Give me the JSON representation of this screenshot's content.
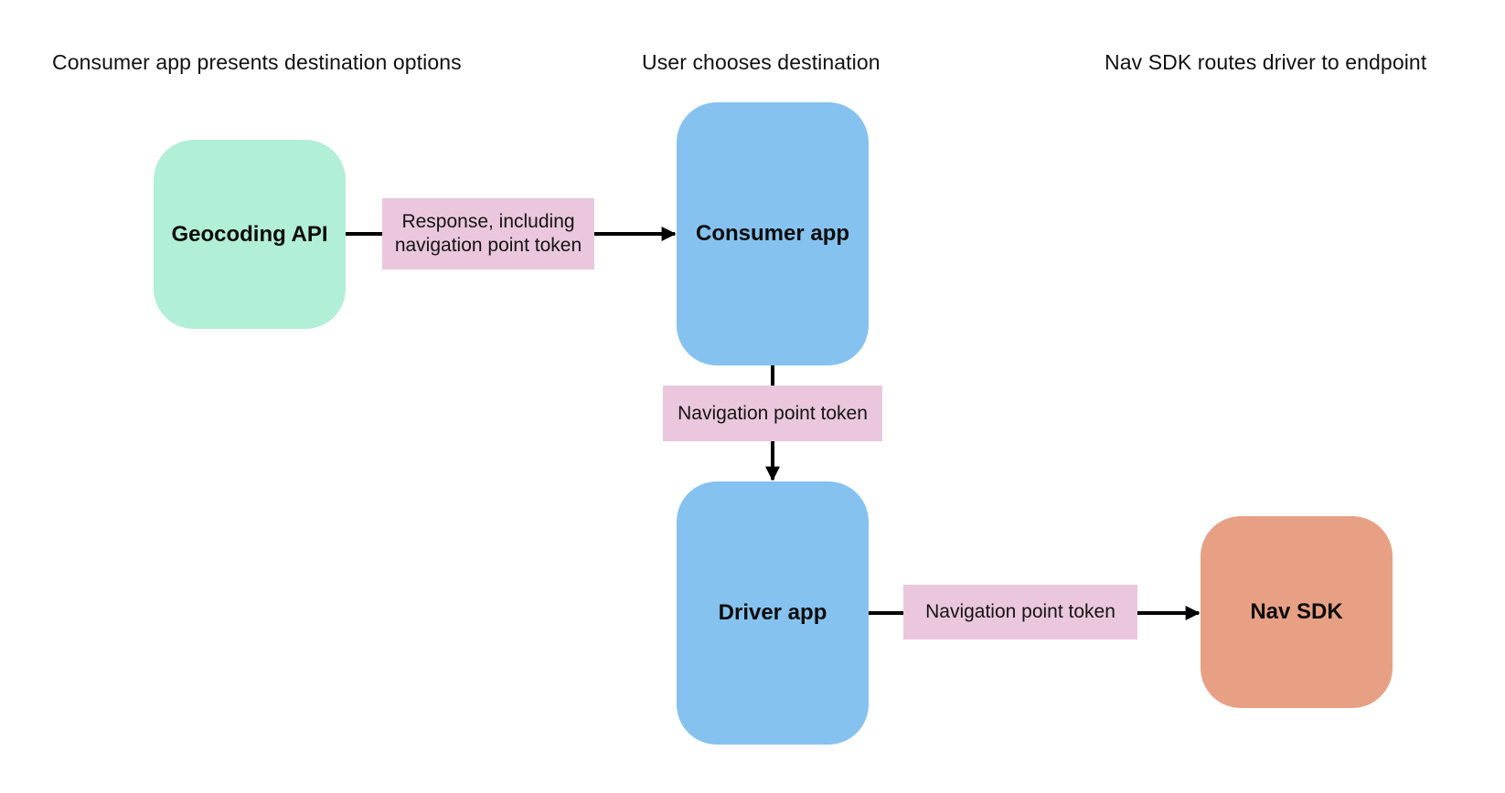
{
  "diagram": {
    "stage_headings": [
      "Consumer app presents destination options",
      "User chooses destination",
      "Nav SDK routes driver to endpoint"
    ],
    "nodes": [
      {
        "id": "geocoding-api",
        "label": "Geocoding API",
        "color": "#b1efd7"
      },
      {
        "id": "consumer-app",
        "label": "Consumer app",
        "color": "#85c2ef"
      },
      {
        "id": "driver-app",
        "label": "Driver app",
        "color": "#85c2ef"
      },
      {
        "id": "nav-sdk",
        "label": "Nav SDK",
        "color": "#e8a084"
      }
    ],
    "edges": [
      {
        "from": "geocoding-api",
        "to": "consumer-app",
        "label": "Response, including navigation point token"
      },
      {
        "from": "consumer-app",
        "to": "driver-app",
        "label": "Navigation point token"
      },
      {
        "from": "driver-app",
        "to": "nav-sdk",
        "label": "Navigation point token"
      }
    ],
    "colors": {
      "background": "#ffffff",
      "node_green": "#b1efd7",
      "node_blue": "#85c2ef",
      "node_orange": "#e8a084",
      "edge_label_background": "#eac7dd",
      "arrow": "#000000",
      "text": "#111111"
    }
  }
}
